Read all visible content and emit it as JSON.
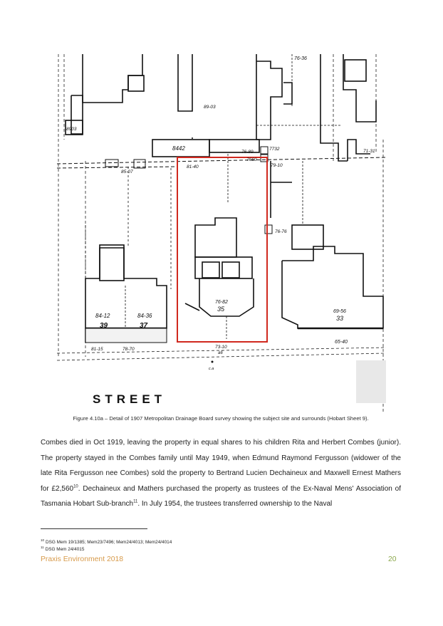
{
  "map": {
    "street_label": "STREET",
    "lot_numbers": [
      "76-36",
      "89-03",
      "8903",
      "8442",
      "76-89",
      "7732",
      "7660",
      "79-10",
      "81-40",
      "85-07",
      "76-76",
      "76-82",
      "35",
      "84-12",
      "84-36",
      "39",
      "37",
      "69-56",
      "33",
      "65-40",
      "78-70",
      "81-15",
      "73-10",
      "71-31",
      "a6",
      "c.a"
    ],
    "boundary_color": "#d0281e"
  },
  "caption": "Figure 4.10a – Detail of 1907 Metropolitan Drainage Board survey showing the subject site and surrounds (Hobart Sheet 9).",
  "body": {
    "p1": "Combes died in Oct 1919, leaving the property in equal shares to his children Rita and Herbert Combes (junior). The property stayed in the Combes family until May 1949, when Edmund Raymond Fergusson (widower of the late Rita Fergusson nee Combes) sold the property to Bertrand Lucien Dechaineux and Maxwell Ernest Mathers for £2,560",
    "fn_ref_1": "10",
    "p2": ". Dechaineux and Mathers purchased the property as trustees of the Ex-Naval Mens' Association of Tasmania Hobart Sub-branch",
    "fn_ref_2": "11",
    "p3": ". In July 1954, the trustees transferred ownership to the Naval"
  },
  "footnotes": [
    {
      "num": "10",
      "text": "DSG Mem 19/1385; Mem23/7496; Mem24/4013; Mem24/4014"
    },
    {
      "num": "11",
      "text": "DSG Mem 24/4015"
    }
  ],
  "footer": {
    "left": "Praxis Environment 2018",
    "right": "20",
    "left_color": "#d79a4a",
    "right_color": "#8aa74a"
  }
}
